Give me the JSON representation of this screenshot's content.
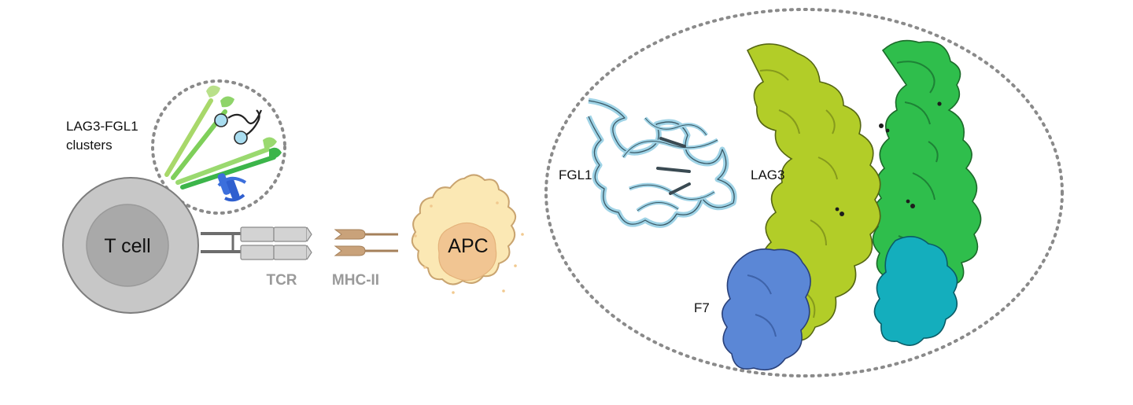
{
  "labels": {
    "cluster_line1": "LAG3-FGL1",
    "cluster_line2": "clusters",
    "tcell": "T cell",
    "tcr": "TCR",
    "mhc": "MHC-II",
    "apc": "APC",
    "fgl1": "FGL1",
    "lag3": "LAG3",
    "f7": "F7"
  },
  "colors": {
    "cell_outer": "#c7c7c7",
    "cell_inner": "#a9a9a9",
    "tcr": "#d3d3d3",
    "mhc": "#c9a27a",
    "apc_membrane": "#fbe8b4",
    "apc_nucleus": "#f1c592",
    "fgl1_ribbon": "#9fd3e6",
    "lag3_lime": "#b2cd28",
    "lag3_green": "#2fbe4c",
    "f7_blue": "#5b87d6",
    "f7_teal": "#14aebd",
    "dotted_outline": "#8a8a8a"
  },
  "icons": {
    "receptor_stalk": "green-stalk-icon",
    "fgl1_ligand": "cyan-ligand-icon",
    "helix_protein": "blue-helix-icon"
  }
}
